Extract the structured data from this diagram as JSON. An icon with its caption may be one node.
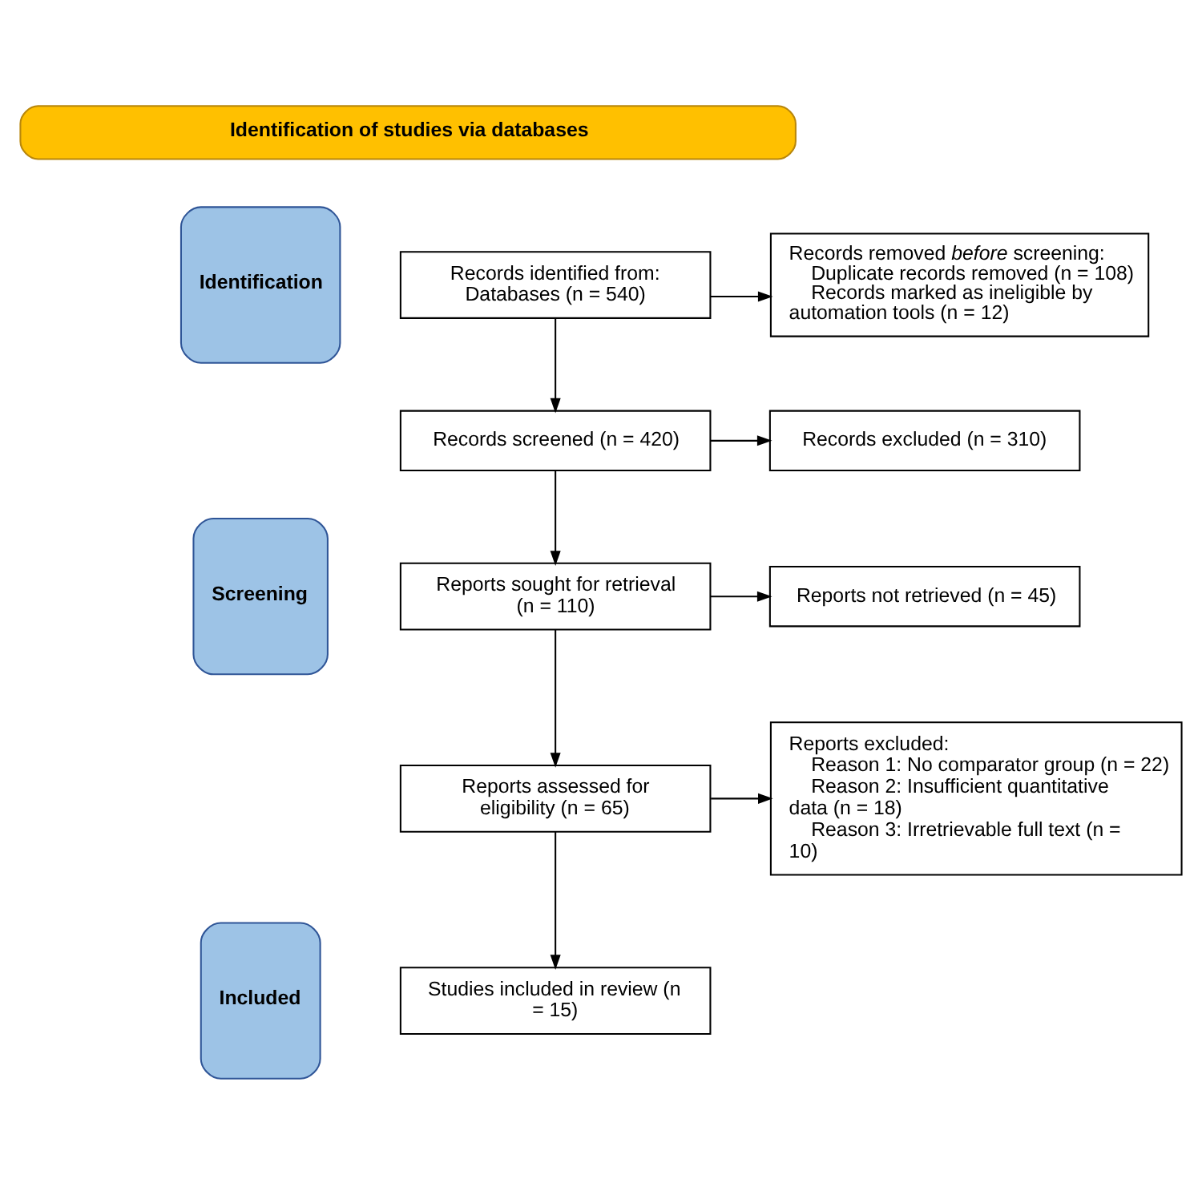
{
  "diagram": {
    "nodes": [
      {
        "text": [
          "Identification of studies via databases"
        ]
      },
      {
        "text": [
          "Identification"
        ]
      },
      {
        "text": [
          "Screening"
        ]
      },
      {
        "text": [
          "Included"
        ]
      },
      {
        "text": [
          "Records identified from: Databases (n = 540)"
        ]
      },
      {
        "text": [
          "Records removed *before* screening:",
          "Duplicate records removed (n = 108)",
          "Records marked as ineligible by automation tools (n = 12)"
        ]
      },
      {
        "text": [
          "Records screened (n = 420)"
        ]
      },
      {
        "text": [
          "Records excluded (n = 310)"
        ]
      },
      {
        "text": [
          "Reports sought for retrieval (n = 110)"
        ]
      },
      {
        "text": [
          "Reports not retrieved (n = 45)"
        ]
      },
      {
        "text": [
          "Reports assessed for eligibility (n = 65)"
        ]
      },
      {
        "text": [
          "Reports excluded:",
          "Reason 1: No comparator group (n = 22)",
          "Reason 2: Insufficient quantitative data (n = 18)",
          "Reason 3: Irretrievable full text (n = 10)"
        ]
      },
      {
        "text": [
          "Studies included in review (n = 15)"
        ]
      }
    ],
    "edges": [
      {
        "from": 4,
        "to": 5,
        "arrow": "to"
      },
      {
        "from": 4,
        "to": 6,
        "arrow": "to"
      },
      {
        "from": 6,
        "to": 7,
        "arrow": "to"
      },
      {
        "from": 6,
        "to": 8,
        "arrow": "to"
      },
      {
        "from": 8,
        "to": 9,
        "arrow": "to"
      },
      {
        "from": 8,
        "to": 10,
        "arrow": "to"
      },
      {
        "from": 10,
        "to": 11,
        "arrow": "to"
      },
      {
        "from": 10,
        "to": 12,
        "arrow": "to"
      }
    ]
  }
}
